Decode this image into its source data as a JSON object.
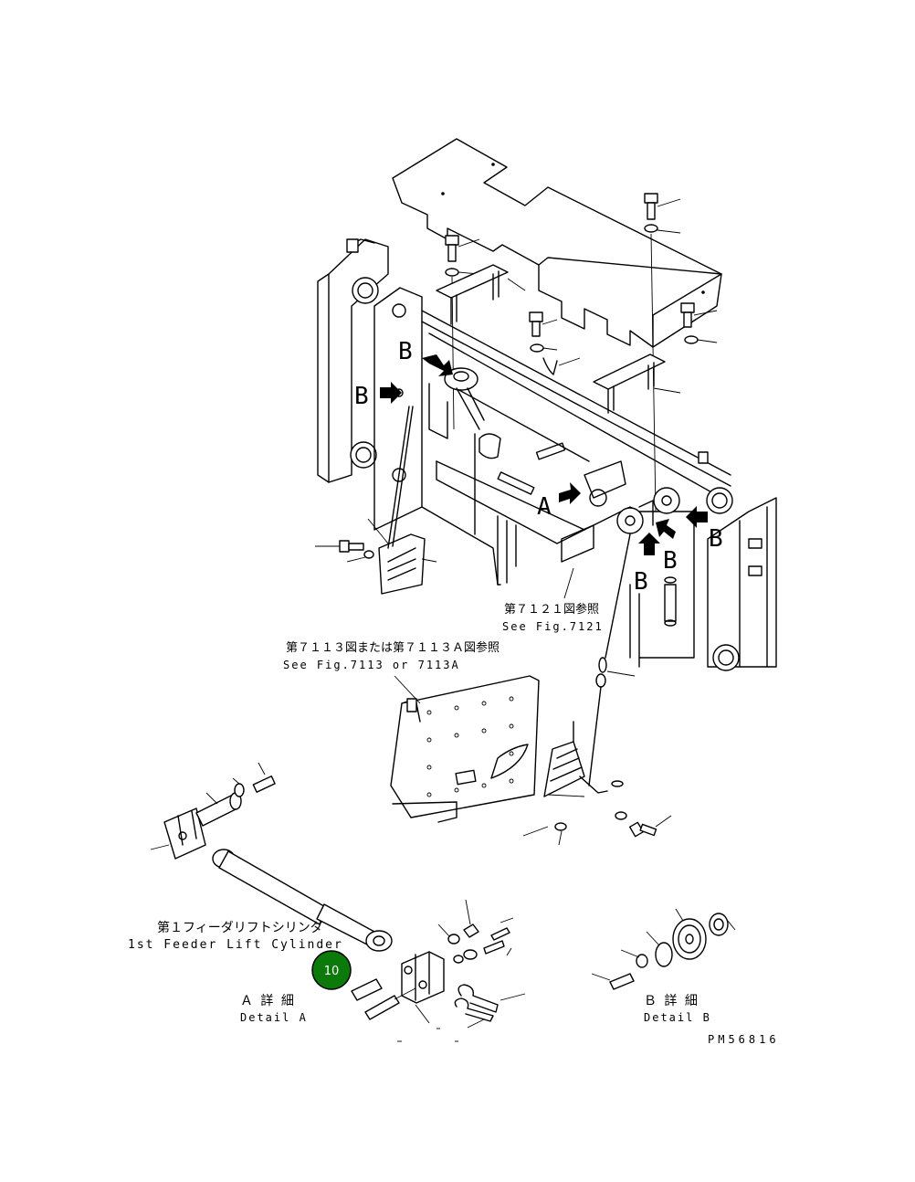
{
  "labels": {
    "callout_a": "A",
    "callout_b": "B",
    "ref_7121_jp": "第７１２１図参照",
    "ref_7121_en": "See Fig.7121",
    "ref_7113_jp": "第７１１３図または第７１１３Ａ図参照",
    "ref_7113_en": "See Fig.7113 or 7113A",
    "cylinder_jp": "第１フィーダリフトシリンダ",
    "cylinder_en": "1st Feeder Lift Cylinder",
    "detail_a_jp": "Ａ 詳 細",
    "detail_a_en": "Detail A",
    "detail_b_jp": "Ｂ 詳 細",
    "detail_b_en": "Detail B",
    "drawing_no": "PM56816"
  },
  "marker": {
    "number": "10",
    "color": "#0b7a0b"
  }
}
